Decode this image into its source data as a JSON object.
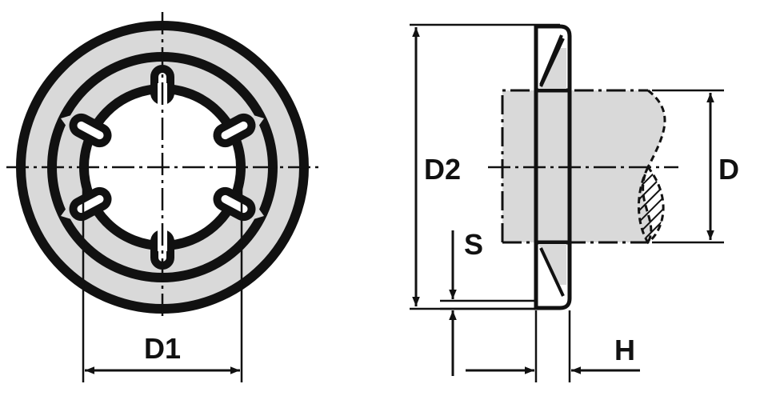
{
  "labels": {
    "d1": "D1",
    "d2": "D2",
    "d": "D",
    "s": "S",
    "h": "H"
  },
  "colors": {
    "line": "#111111",
    "fill": "#d9d9d9",
    "background": "#ffffff"
  }
}
